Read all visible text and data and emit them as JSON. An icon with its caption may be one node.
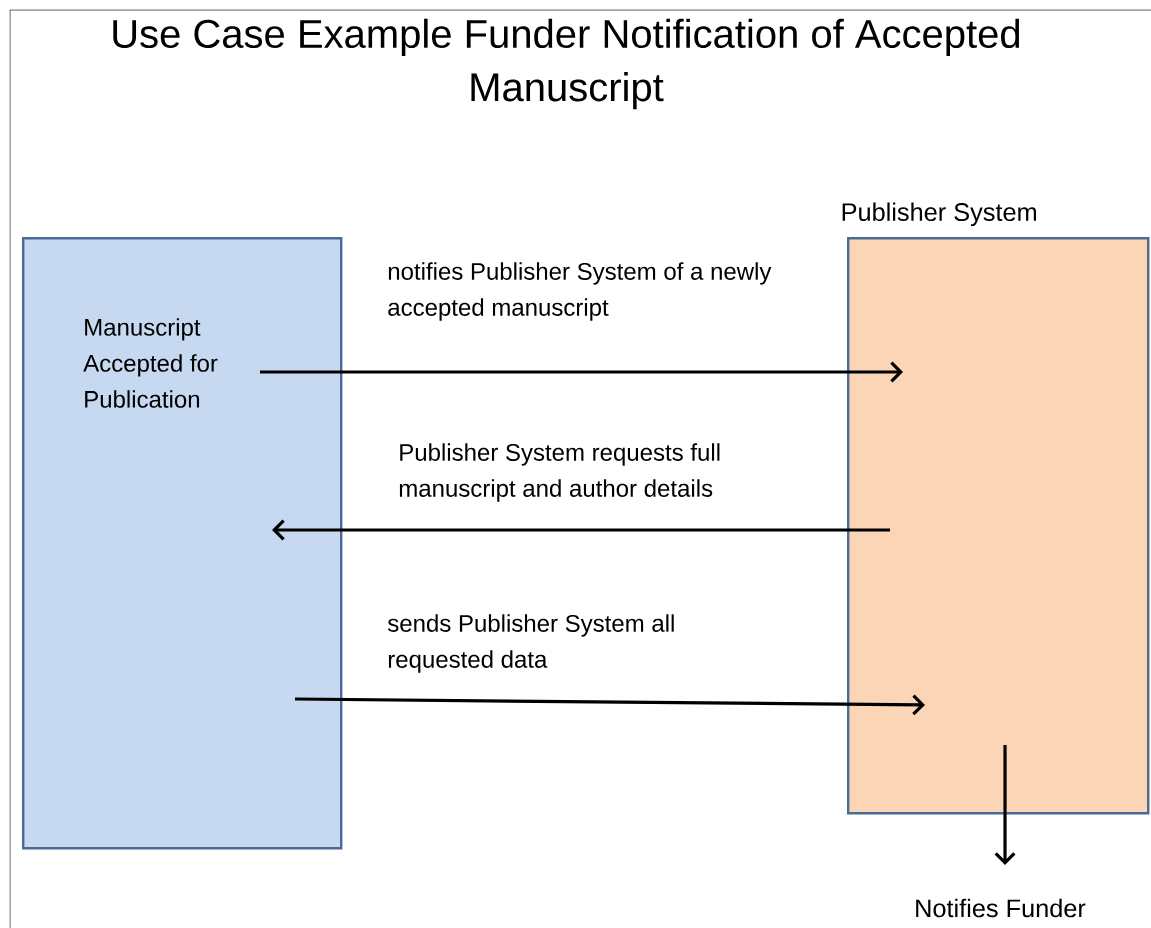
{
  "diagram": {
    "title": "Use Case Example Funder Notification of Accepted Manuscript",
    "nodes": [
      {
        "text": [
          "Manuscript Accepted for Publication"
        ]
      },
      {
        "text": [
          "Publisher System"
        ]
      },
      {
        "text": [
          "Notifies Funder"
        ]
      }
    ],
    "edges": [
      {
        "from": 0,
        "to": 1,
        "arrow": "to",
        "label": "notifies Publisher System of a newly accepted manuscript"
      },
      {
        "from": 1,
        "to": 0,
        "arrow": "to",
        "label": "Publisher System requests full manuscript and author details"
      },
      {
        "from": 0,
        "to": 1,
        "arrow": "to",
        "label": "sends Publisher System all requested data"
      },
      {
        "from": 1,
        "to": 2,
        "arrow": "to"
      }
    ]
  }
}
